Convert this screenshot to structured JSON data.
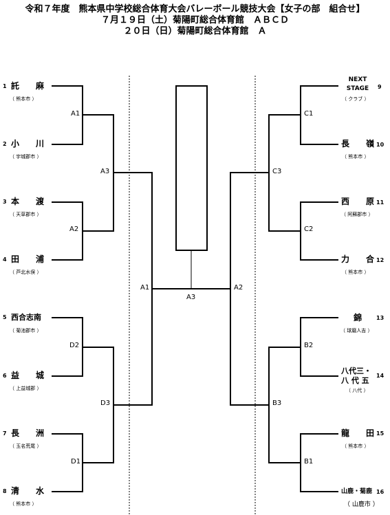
{
  "header": {
    "line1": "令和７年度　熊本県中学校総合体育大会バレーボール競技大会【女子の部　組合せ】",
    "line2": "７月１９日（土）菊陽町総合体育館　ＡＢＣＤ",
    "line3": "２０日（日）菊陽町総合体育館　Ａ"
  },
  "left_teams": [
    {
      "num": "1",
      "name": "託　麻",
      "city": "（ 熊本市 ）"
    },
    {
      "num": "2",
      "name": "小　川",
      "city": "（ 宇城郡市 ）"
    },
    {
      "num": "3",
      "name": "本　渡",
      "city": "（ 天草郡市 ）"
    },
    {
      "num": "4",
      "name": "田　浦",
      "city": "（ 芦北水俣 ）"
    },
    {
      "num": "5",
      "name": "西合志南",
      "city": "（ 菊池郡市 ）"
    },
    {
      "num": "6",
      "name": "益　城",
      "city": "（ 上益城郡 ）"
    },
    {
      "num": "7",
      "name": "長　洲",
      "city": "（ 玉名荒尾 ）"
    },
    {
      "num": "8",
      "name": "清　水",
      "city": "（ 熊本市 ）"
    }
  ],
  "right_teams": [
    {
      "num": "9",
      "name_line1": "NEXT",
      "name_line2": "STAGE",
      "city": "（ クラブ ）"
    },
    {
      "num": "10",
      "name": "長　嶺",
      "city": "（ 熊本市 ）"
    },
    {
      "num": "11",
      "name": "西　原",
      "city": "（ 阿蘇郡市 ）"
    },
    {
      "num": "12",
      "name": "力　合",
      "city": "（ 熊本市 ）"
    },
    {
      "num": "13",
      "name": "錦",
      "city": "（ 球磨人吉 ）"
    },
    {
      "num": "14",
      "name_line1": "八代三・",
      "name_line2": "八 代 五",
      "city": "（ 八代 ）"
    },
    {
      "num": "15",
      "name": "龍　田",
      "city": "（ 熊本市 ）"
    },
    {
      "num": "16",
      "name": "山鹿・菊鹿",
      "city": "（ 山鹿市 ）"
    }
  ],
  "matches": {
    "left_r1": [
      "A1",
      "A2",
      "D2",
      "D1"
    ],
    "left_r2": [
      "A3",
      "D3"
    ],
    "left_r3": "A1",
    "right_r1": [
      "C1",
      "C2",
      "B2",
      "B1"
    ],
    "right_r2": [
      "C3",
      "B3"
    ],
    "right_r3": "A2",
    "final": "A3"
  }
}
